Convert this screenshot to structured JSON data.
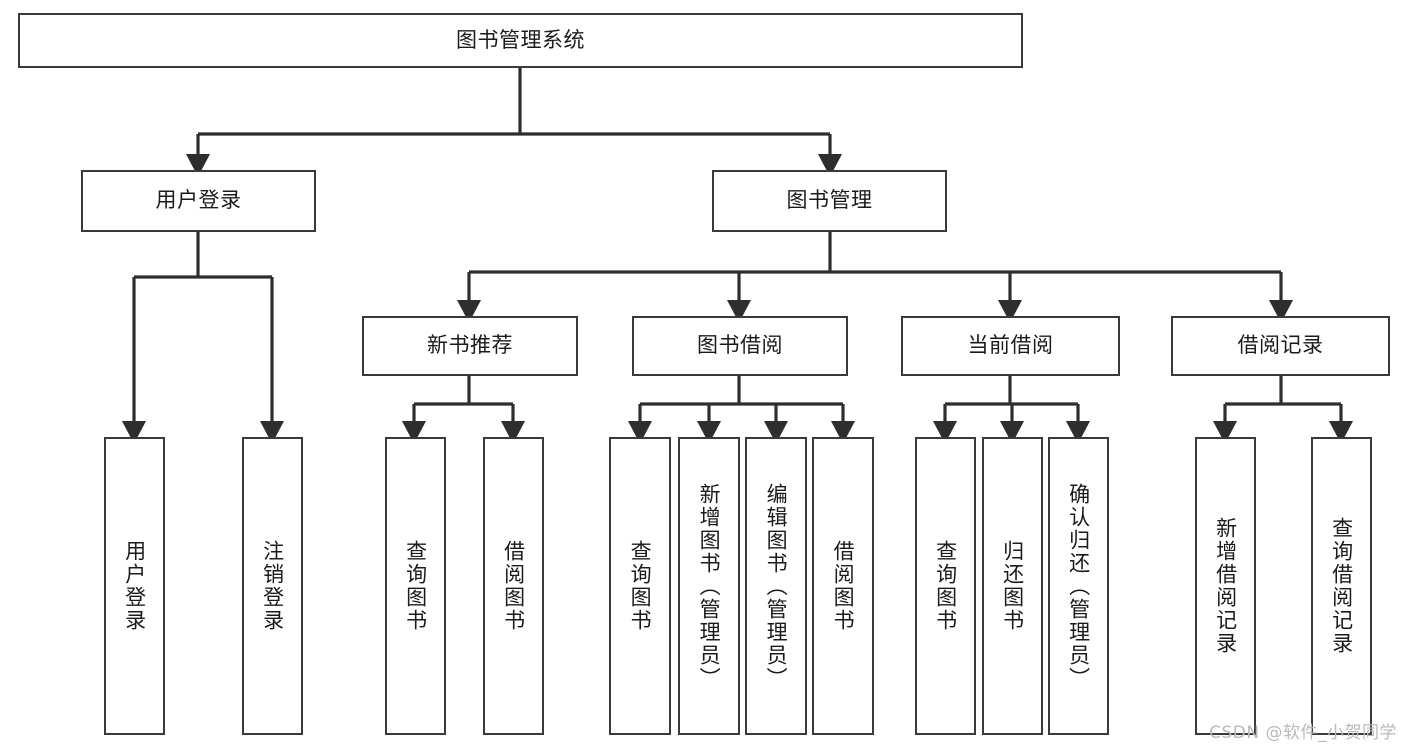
{
  "diagram": {
    "type": "hierarchy-tree",
    "root": {
      "id": "root",
      "label": "图书管理系统"
    },
    "level2": [
      {
        "id": "user-login",
        "label": "用户登录"
      },
      {
        "id": "book-management",
        "label": "图书管理"
      }
    ],
    "level3": [
      {
        "id": "new-book-recommend",
        "label": "新书推荐",
        "parent": "book-management"
      },
      {
        "id": "book-borrow",
        "label": "图书借阅",
        "parent": "book-management"
      },
      {
        "id": "current-borrow",
        "label": "当前借阅",
        "parent": "book-management"
      },
      {
        "id": "borrow-record",
        "label": "借阅记录",
        "parent": "book-management"
      }
    ],
    "leaves": {
      "user_login": [
        {
          "id": "leaf-user-login",
          "label": "用户登录"
        },
        {
          "id": "leaf-logout",
          "label": "注销登录"
        }
      ],
      "new_book_recommend": [
        {
          "id": "leaf-query-book-1",
          "label": "查询图书"
        },
        {
          "id": "leaf-borrow-book-1",
          "label": "借阅图书"
        }
      ],
      "book_borrow": [
        {
          "id": "leaf-query-book-2",
          "label": "查询图书"
        },
        {
          "id": "leaf-add-book",
          "label": "新增图书（管理员）"
        },
        {
          "id": "leaf-edit-book",
          "label": "编辑图书（管理员）"
        },
        {
          "id": "leaf-borrow-book-2",
          "label": "借阅图书"
        }
      ],
      "current_borrow": [
        {
          "id": "leaf-query-book-3",
          "label": "查询图书"
        },
        {
          "id": "leaf-return-book",
          "label": "归还图书"
        },
        {
          "id": "leaf-confirm-return",
          "label": "确认归还（管理员）"
        }
      ],
      "borrow_record": [
        {
          "id": "leaf-add-record",
          "label": "新增借阅记录"
        },
        {
          "id": "leaf-query-record",
          "label": "查询借阅记录"
        }
      ]
    }
  },
  "watermark": {
    "text": "CSDN @软件_小贺同学"
  },
  "colors": {
    "box_border": "#3a3a3a",
    "box_fill": "#ffffff",
    "connector": "#2e2e2e",
    "text": "#1b1b1b",
    "watermark": "#b9b9b9",
    "background": "#ffffff"
  }
}
